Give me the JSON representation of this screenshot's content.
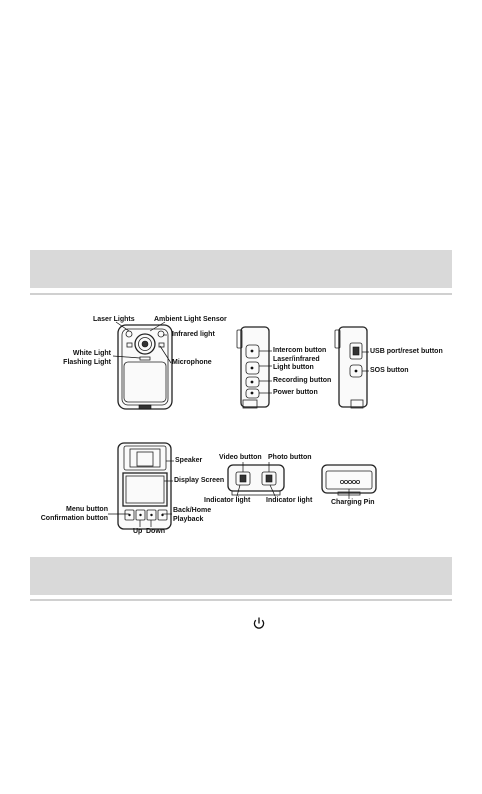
{
  "labels": {
    "laser_lights": "Laser Lights",
    "ambient_light_sensor": "Ambient Light Sensor",
    "infrared_light": "Infrared light",
    "white_light": "White Light",
    "flashing_light": "Flashing Light",
    "microphone": "Microphone",
    "intercom_button": "Intercom button",
    "laser_infrared_button_1": "Laser/infrared",
    "laser_infrared_button_2": "Light button",
    "recording_button": "Recording button",
    "power_button": "Power button",
    "usb_port_reset_button": "USB port/reset button",
    "sos_button": "SOS button",
    "speaker": "Speaker",
    "display_screen": "Display Screen",
    "menu_button": "Menu button",
    "confirmation_button": "Confirmation button",
    "back_home": "Back/Home",
    "playback": "Playback",
    "up": "Up",
    "down": "Down",
    "video_button": "Video button",
    "photo_button": "Photo button",
    "indicator_light_left": "Indicator light",
    "indicator_light_right": "Indicator light",
    "charging_pin": "Charging Pin"
  },
  "icons": {
    "power_symbol": "power-icon"
  },
  "colors": {
    "section_band": "#d9d9d9",
    "rule": "#d0d0d0"
  }
}
